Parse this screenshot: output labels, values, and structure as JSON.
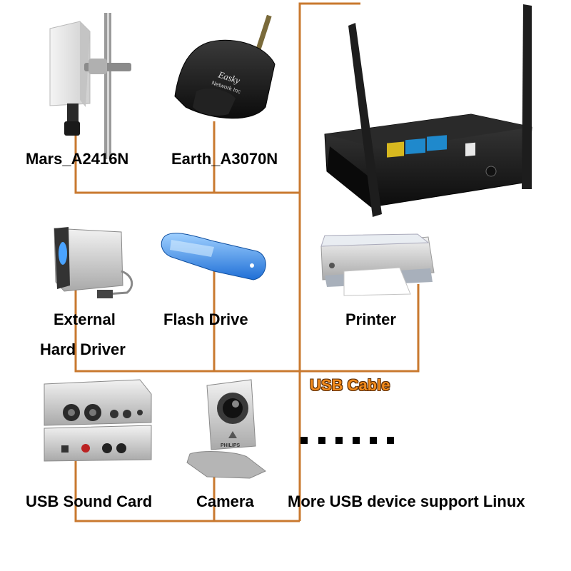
{
  "devices": {
    "mars": "Mars_A2416N",
    "earth": "Earth_A3070N",
    "hdd_line1": "External",
    "hdd_line2": "Hard Driver",
    "flash": "Flash Drive",
    "printer": "Printer",
    "sound": "USB Sound Card",
    "camera": "Camera",
    "more": "More USB device support Linux"
  },
  "cable": {
    "label": "USB Cable"
  },
  "logos": {
    "adapter_brand": "Easky",
    "adapter_sub": "Network Inc",
    "camera_brand": "PHILIPS"
  },
  "colors": {
    "cable": "#c9792f",
    "cable_label": "#f08a1c"
  }
}
